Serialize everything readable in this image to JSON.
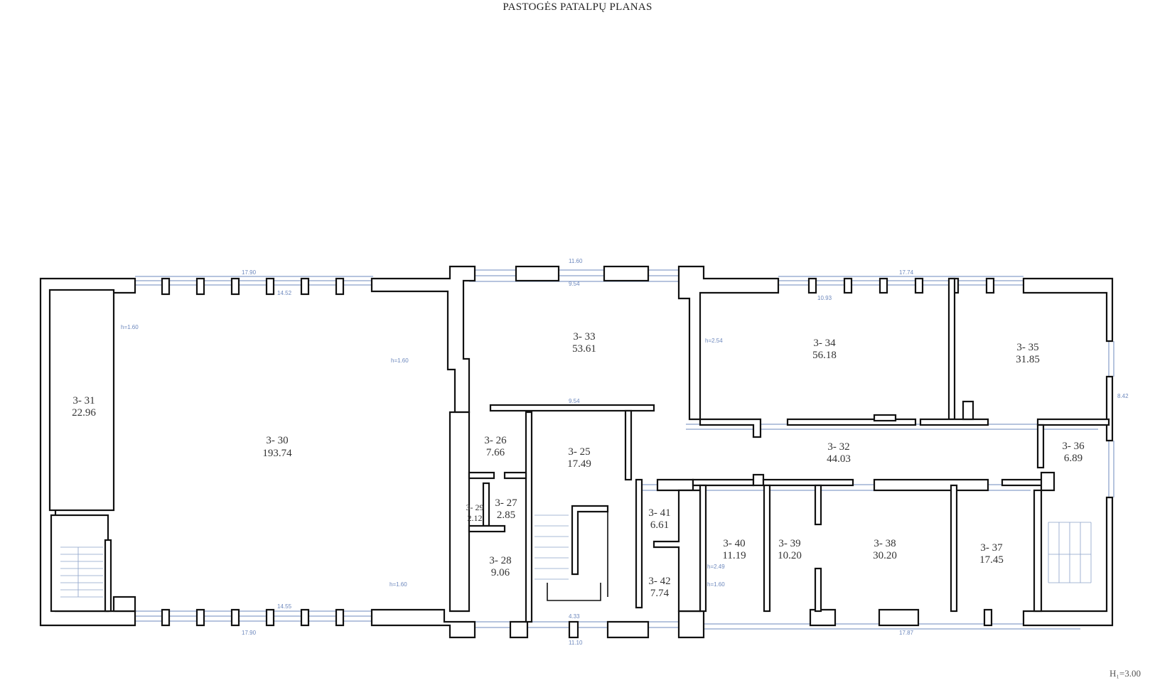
{
  "title": "PASTOGĖS PATALPŲ PLANAS",
  "footer_note": "H₁=3.00",
  "rooms": [
    {
      "id": "3- 30",
      "area": "193.74"
    },
    {
      "id": "3- 31",
      "area": "22.96"
    },
    {
      "id": "3- 33",
      "area": "53.61"
    },
    {
      "id": "3- 34",
      "area": "56.18"
    },
    {
      "id": "3- 35",
      "area": "31.85"
    },
    {
      "id": "3- 26",
      "area": "7.66"
    },
    {
      "id": "3- 25",
      "area": "17.49"
    },
    {
      "id": "3- 32",
      "area": "44.03"
    },
    {
      "id": "3- 36",
      "area": "6.89"
    },
    {
      "id": "3- 27",
      "area": "2.85"
    },
    {
      "id": "3- 29",
      "area": "2.12"
    },
    {
      "id": "3- 28",
      "area": "9.06"
    },
    {
      "id": "3- 41",
      "area": "6.61"
    },
    {
      "id": "3- 42",
      "area": "7.74"
    },
    {
      "id": "3- 40",
      "area": "11.19"
    },
    {
      "id": "3- 39",
      "area": "10.20"
    },
    {
      "id": "3- 38",
      "area": "30.20"
    },
    {
      "id": "3- 37",
      "area": "17.45"
    }
  ],
  "dimensions": {
    "top_left": "17.90",
    "top_left_inner": "14.52",
    "top_center": "11.60",
    "top_center_inner": "9.54",
    "top_right": "17.74",
    "top_right_inner": "10.93",
    "bottom_left": "17.90",
    "bottom_left_inner": "14.55",
    "bottom_center": "11.10",
    "bottom_center_inner": "4.33",
    "bottom_right": "17.87",
    "right_outer": "8.42",
    "corridor_width": "9.54",
    "height_labels": [
      "h=1.60",
      "h=2.54",
      "h=1.60",
      "h=2.49",
      "h=1.60",
      "h=1.60"
    ]
  }
}
